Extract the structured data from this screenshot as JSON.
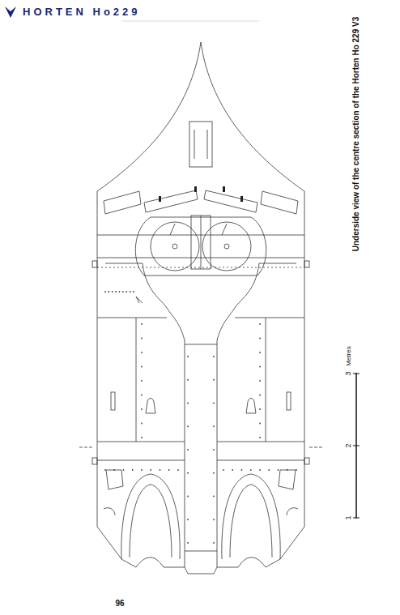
{
  "diagram": {
    "title": "HORTEN Ho229",
    "caption": "Underside view of the centre section of the Horten Ho 229 V3",
    "labels": [
      "3",
      "Metres",
      "2",
      "1",
      "96"
    ]
  }
}
